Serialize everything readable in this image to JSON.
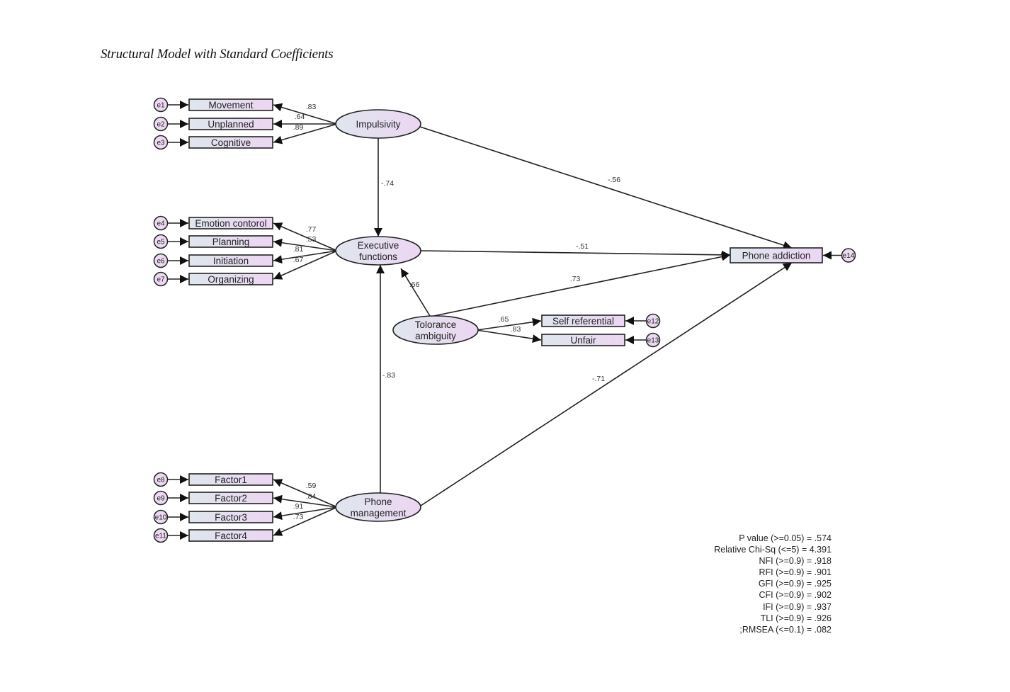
{
  "title": "Structural Model with Standard Coefficients",
  "colors": {
    "box_left": "#dfe6ee",
    "box_right": "#ecd6f2",
    "stroke": "#222222"
  },
  "latent": [
    {
      "id": "impulsivity",
      "lines": [
        "Impulsivity"
      ]
    },
    {
      "id": "executive",
      "lines": [
        "Executive",
        "functions"
      ]
    },
    {
      "id": "tolerance",
      "lines": [
        "Tolorance",
        "ambiguity"
      ]
    },
    {
      "id": "phone_mgmt",
      "lines": [
        "Phone",
        "management"
      ]
    }
  ],
  "observed": [
    {
      "id": "movement",
      "label": "Movement",
      "error": "e1",
      "factor": "impulsivity",
      "loading": ".83"
    },
    {
      "id": "unplanned",
      "label": "Unplanned",
      "error": "e2",
      "factor": "impulsivity",
      "loading": ".64"
    },
    {
      "id": "cognitive",
      "label": "Cognitive",
      "error": "e3",
      "factor": "impulsivity",
      "loading": ".89"
    },
    {
      "id": "emotion",
      "label": "Emotion contorol",
      "error": "e4",
      "factor": "executive",
      "loading": ".77"
    },
    {
      "id": "planning",
      "label": "Planning",
      "error": "e5",
      "factor": "executive",
      "loading": ".53"
    },
    {
      "id": "initiation",
      "label": "Initiation",
      "error": "e6",
      "factor": "executive",
      "loading": ".81"
    },
    {
      "id": "organizing",
      "label": "Organizing",
      "error": "e7",
      "factor": "executive",
      "loading": ".67"
    },
    {
      "id": "factor1",
      "label": "Factor1",
      "error": "e8",
      "factor": "phone_mgmt",
      "loading": ".59"
    },
    {
      "id": "factor2",
      "label": "Factor2",
      "error": "e9",
      "factor": "phone_mgmt",
      "loading": ".84"
    },
    {
      "id": "factor3",
      "label": "Factor3",
      "error": "e10",
      "factor": "phone_mgmt",
      "loading": ".91"
    },
    {
      "id": "factor4",
      "label": "Factor4",
      "error": "e11",
      "factor": "phone_mgmt",
      "loading": ".73"
    },
    {
      "id": "selfref",
      "label": "Self referential",
      "error": "e12",
      "factor": "tolerance",
      "loading": ".65"
    },
    {
      "id": "unfair",
      "label": "Unfair",
      "error": "e13",
      "factor": "tolerance",
      "loading": ".83"
    },
    {
      "id": "addiction",
      "label": "Phone addiction",
      "error": "e14",
      "factor": null,
      "loading": null
    }
  ],
  "paths": [
    {
      "from": "impulsivity",
      "to": "executive",
      "coef": "-.74"
    },
    {
      "from": "impulsivity",
      "to": "addiction",
      "coef": "-.56"
    },
    {
      "from": "executive",
      "to": "addiction",
      "coef": "-.51"
    },
    {
      "from": "tolerance",
      "to": "executive",
      "coef": ".66"
    },
    {
      "from": "tolerance",
      "to": "addiction",
      "coef": ".73"
    },
    {
      "from": "phone_mgmt",
      "to": "executive",
      "coef": "-.83"
    },
    {
      "from": "phone_mgmt",
      "to": "addiction",
      "coef": "-.71"
    }
  ],
  "fit_indices": [
    "P value (>=0.05) = .574",
    "Relative Chi-Sq (<=5) = 4.391",
    "NFI (>=0.9) = .918",
    "RFI (>=0.9) = .901",
    "GFI (>=0.9) = .925",
    "CFI (>=0.9) = .902",
    "IFI (>=0.9) = .937",
    "TLI (>=0.9) = .926",
    ";RMSEA (<=0.1) = .082"
  ]
}
